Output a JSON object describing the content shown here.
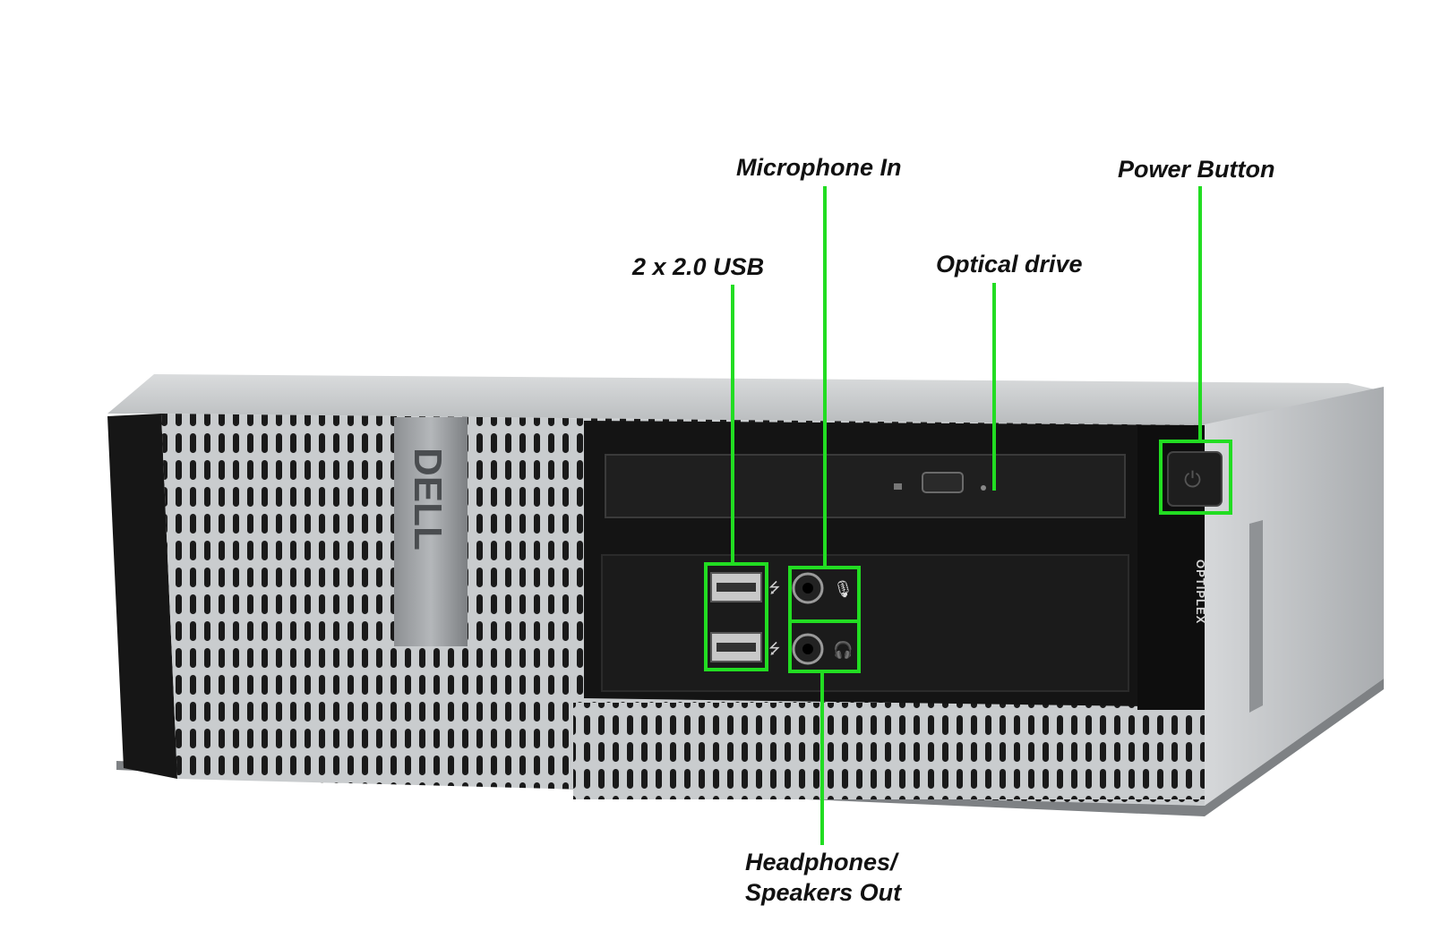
{
  "title": "",
  "device": {
    "brand_logo": "DELL",
    "model_label": "OPTIPLEX"
  },
  "callouts": {
    "microphone_in": "Microphone In",
    "power_button": "Power Button",
    "usb": "2 x 2.0 USB",
    "optical_drive": "Optical drive",
    "headphones_line1": "Headphones/",
    "headphones_line2": "Speakers Out"
  },
  "icons": [
    "usb-icon",
    "microphone-icon",
    "headphones-icon",
    "power-icon"
  ],
  "colors": {
    "highlight": "#22dd22",
    "case_dark": "#151515",
    "case_silver": "#b9bcbf",
    "background": "#ffffff"
  }
}
